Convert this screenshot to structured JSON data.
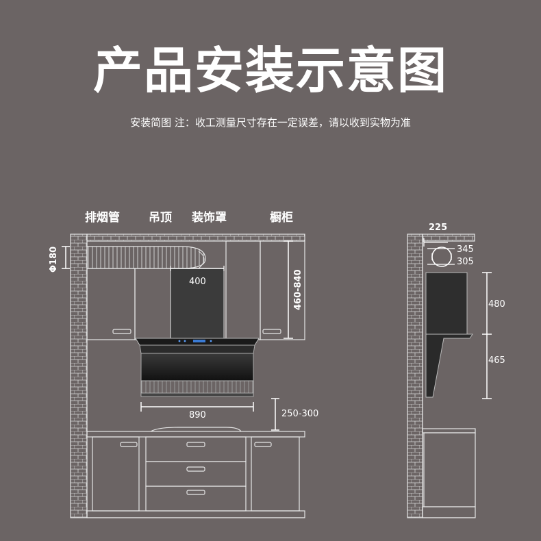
{
  "title": "产品安装示意图",
  "subtitle": "安装简图 注：收工测量尺寸存在一定误差，请以收到实物为准",
  "labels": {
    "exhaust_pipe": "排烟管",
    "ceiling": "吊顶",
    "decor_cover": "装饰罩",
    "cabinet": "橱柜"
  },
  "dimensions": {
    "pipe_diameter": "Φ180",
    "cover_width": "400",
    "cabinet_height": "460-840",
    "hood_width": "890",
    "install_height": "250-300",
    "side_depth": "225",
    "side_345": "345",
    "side_305": "305",
    "side_480": "480",
    "side_465": "465"
  },
  "colors": {
    "background": "#6b6464",
    "line": "#e6e6e6",
    "hood_body": "#2b2b2b",
    "accent": "#3a7bd5"
  }
}
